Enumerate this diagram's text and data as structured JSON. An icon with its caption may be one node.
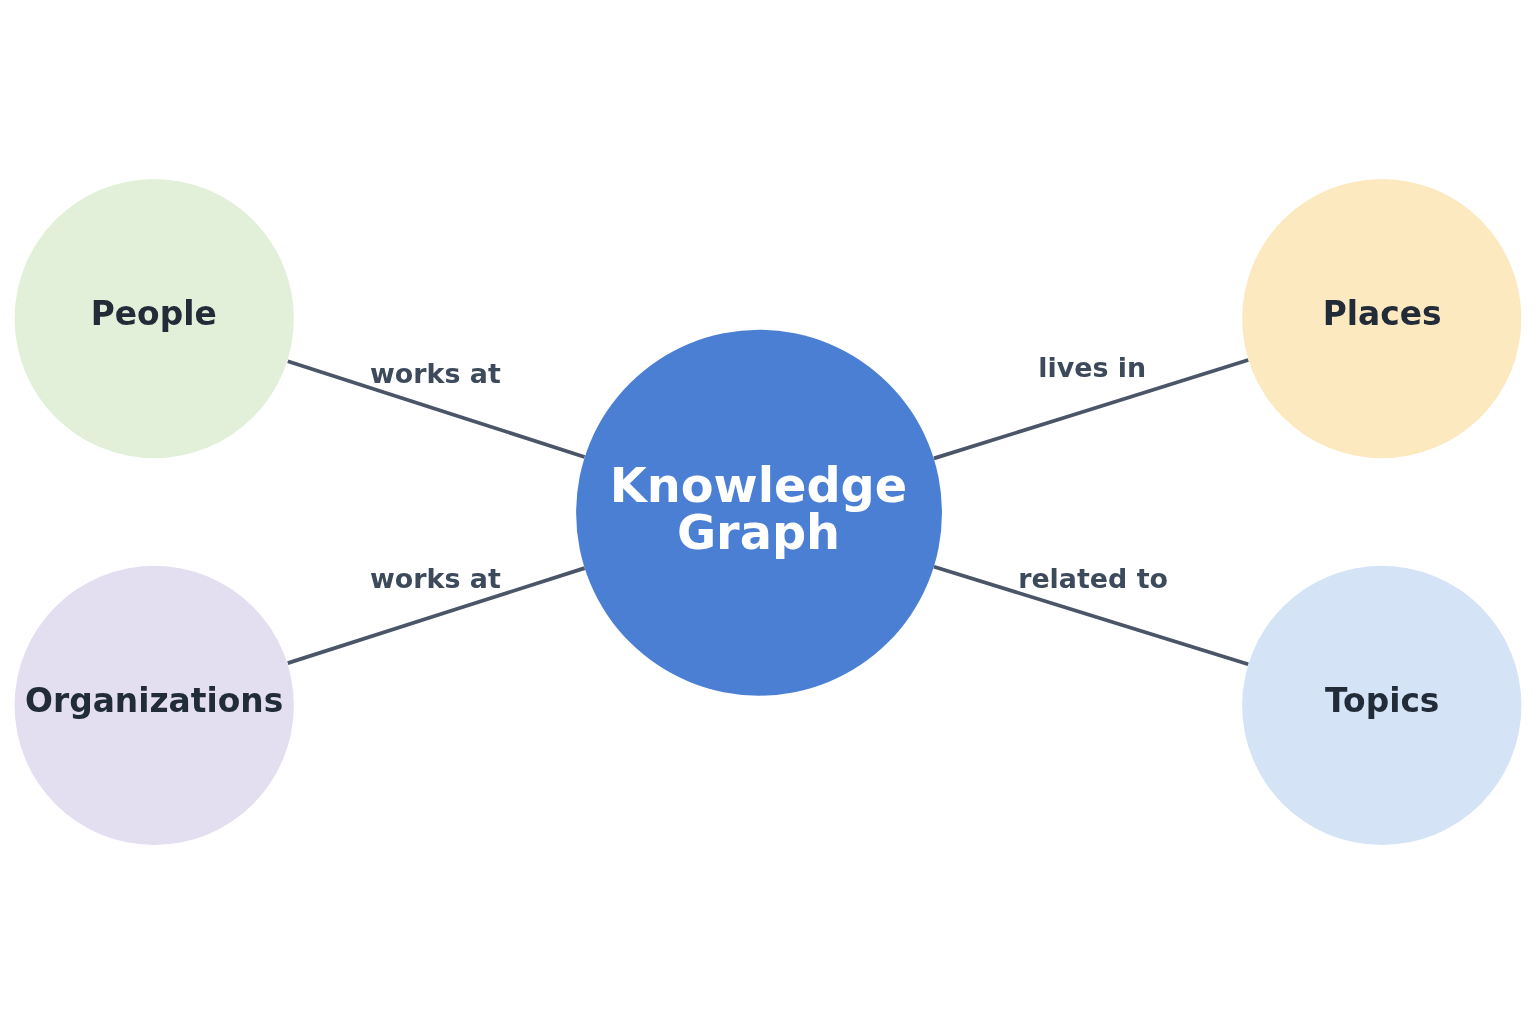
{
  "diagram": {
    "nodes": [
      {
        "text": [
          "People"
        ]
      },
      {
        "text": [
          "Places"
        ]
      },
      {
        "text": [
          "Knowledge Graph"
        ]
      },
      {
        "text": [
          "Organizations"
        ]
      },
      {
        "text": [
          "Topics"
        ]
      }
    ],
    "edges": [
      {
        "from": 0,
        "to": 2,
        "label": "works at",
        "arrow": "none"
      },
      {
        "from": 2,
        "to": 1,
        "label": "lives in",
        "arrow": "none"
      },
      {
        "from": 3,
        "to": 2,
        "label": "works at",
        "arrow": "none"
      },
      {
        "from": 2,
        "to": 4,
        "label": "related to",
        "arrow": "none"
      }
    ]
  }
}
